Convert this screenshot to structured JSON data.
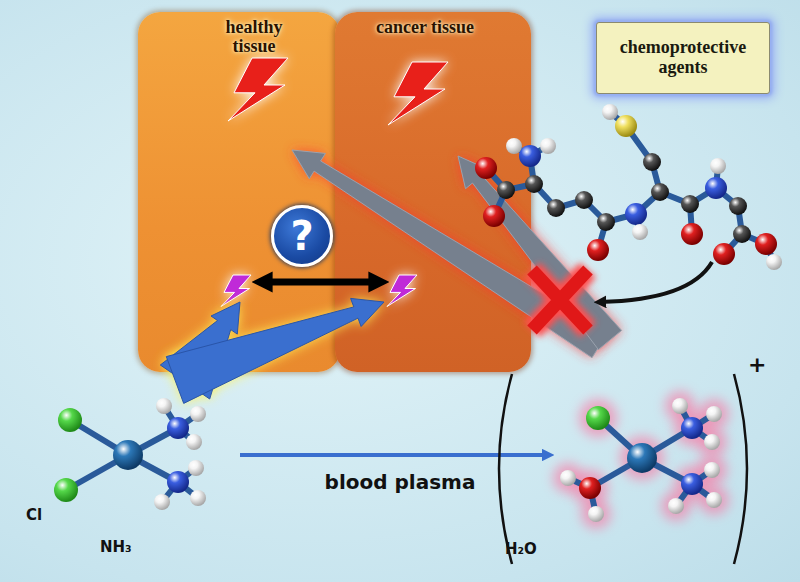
{
  "diagram": {
    "nodes": [
      {
        "text": [
          "healthy tissue"
        ]
      },
      {
        "text": [
          "cancer tissue"
        ]
      },
      {
        "text": [
          "chemoprotective agents"
        ]
      },
      {
        "text": [
          "?"
        ]
      }
    ],
    "edges": [
      {
        "from": 0,
        "to": 1,
        "arrow": "both"
      }
    ],
    "labels": [
      "Cl",
      "NH₃",
      "blood plasma",
      "H₂O",
      "+"
    ]
  }
}
